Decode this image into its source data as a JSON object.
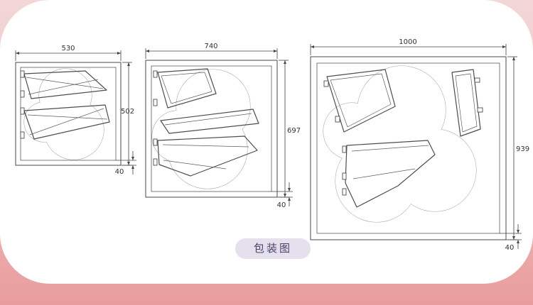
{
  "badge": {
    "label": "包装图"
  },
  "drawings": [
    {
      "name": "small-unit",
      "width_label": "530",
      "height_label": "502",
      "flange_label": "40"
    },
    {
      "name": "medium-unit",
      "width_label": "740",
      "height_label": "697",
      "flange_label": "40"
    },
    {
      "name": "large-unit",
      "width_label": "1000",
      "height_label": "939",
      "flange_label": "40"
    }
  ],
  "colors": {
    "background_pink": "#eec6c6",
    "band_pink": "#e89d9d",
    "panel_white": "#ffffff",
    "line": "#444444",
    "badge_bg": "#e4e0ee",
    "badge_text": "#4a4566"
  }
}
